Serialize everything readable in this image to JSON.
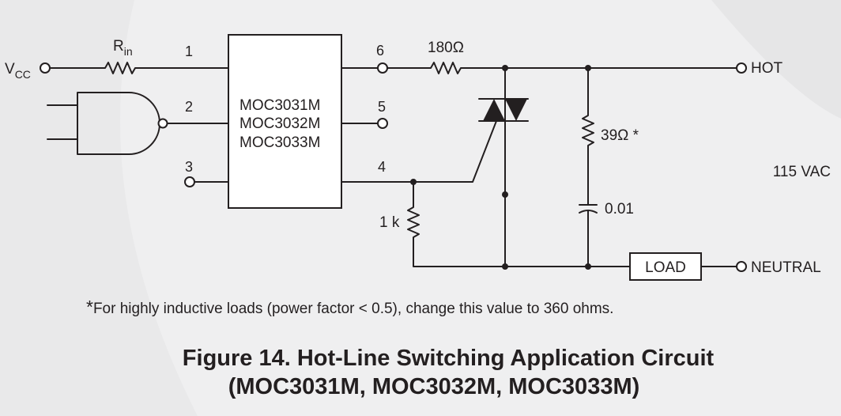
{
  "diagram": {
    "input": {
      "vcc_main": "V",
      "vcc_sub": "CC",
      "rin_main": "R",
      "rin_sub": "in"
    },
    "ic": {
      "parts": [
        "MOC3031M",
        "MOC3032M",
        "MOC3033M"
      ]
    },
    "pins": [
      "1",
      "2",
      "3",
      "4",
      "5",
      "6"
    ],
    "components": {
      "r_series": "180Ω",
      "r_snubber": "39Ω *",
      "r_gate": "1 k",
      "c_snubber": "0.01",
      "load": "LOAD"
    },
    "terminals": {
      "hot": "HOT",
      "neutral": "NEUTRAL"
    },
    "supply": "115 VAC"
  },
  "footnote": {
    "star": "*",
    "text": "For highly inductive loads (power factor < 0.5), change this value to 360 ohms."
  },
  "caption": {
    "line1": "Figure 14. Hot-Line Switching Application Circuit",
    "line2": "(MOC3031M, MOC3032M, MOC3033M)"
  }
}
